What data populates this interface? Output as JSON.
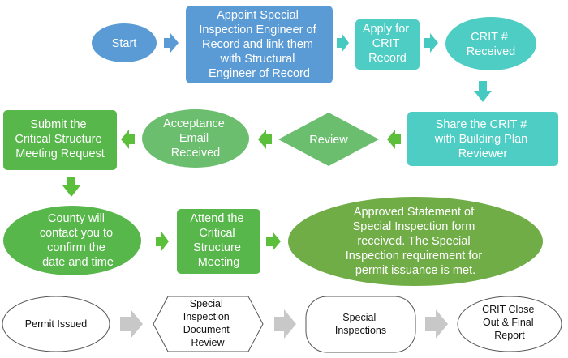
{
  "colors": {
    "blue": "#5b9bd5",
    "teal": "#4ecdc4",
    "green_light": "#6abe6e",
    "green_mid": "#58b74a",
    "green_olive": "#70ad47",
    "arrow_blue": "#5b9bd5",
    "arrow_teal": "#45c9c0",
    "arrow_green": "#5bbf3c",
    "arrow_gray": "#c8c8c8",
    "outline": "#555555"
  },
  "nodes": {
    "start": {
      "lines": [
        "Start"
      ]
    },
    "appoint": {
      "lines": [
        "Appoint Special",
        "Inspection Engineer of",
        "Record and link them",
        "with Structural",
        "Engineer of Record"
      ]
    },
    "apply": {
      "lines": [
        "Apply for",
        "CRIT",
        "Record"
      ]
    },
    "received": {
      "lines": [
        "CRIT #",
        "Received"
      ]
    },
    "share": {
      "lines": [
        "Share the CRIT #",
        "with Building Plan",
        "Reviewer"
      ]
    },
    "review": {
      "lines": [
        "Review"
      ]
    },
    "acceptance": {
      "lines": [
        "Acceptance",
        "Email",
        "Received"
      ]
    },
    "submit": {
      "lines": [
        "Submit the",
        "Critical Structure",
        "Meeting Request"
      ]
    },
    "county": {
      "lines": [
        "County will",
        "contact you to",
        "confirm the",
        "date and time"
      ]
    },
    "attend": {
      "lines": [
        "Attend the",
        "Critical",
        "Structure",
        "Meeting"
      ]
    },
    "approved": {
      "lines": [
        "Approved Statement of",
        "Special Inspection form",
        "received. The Special",
        "Inspection requirement for",
        "permit issuance is met."
      ]
    },
    "permit": {
      "lines": [
        "Permit Issued"
      ]
    },
    "document": {
      "lines": [
        "Special",
        "Inspection",
        "Document",
        "Review"
      ]
    },
    "inspections": {
      "lines": [
        "Special",
        "Inspections"
      ]
    },
    "closeout": {
      "lines": [
        "CRIT Close",
        "Out & Final",
        "Report"
      ]
    }
  }
}
